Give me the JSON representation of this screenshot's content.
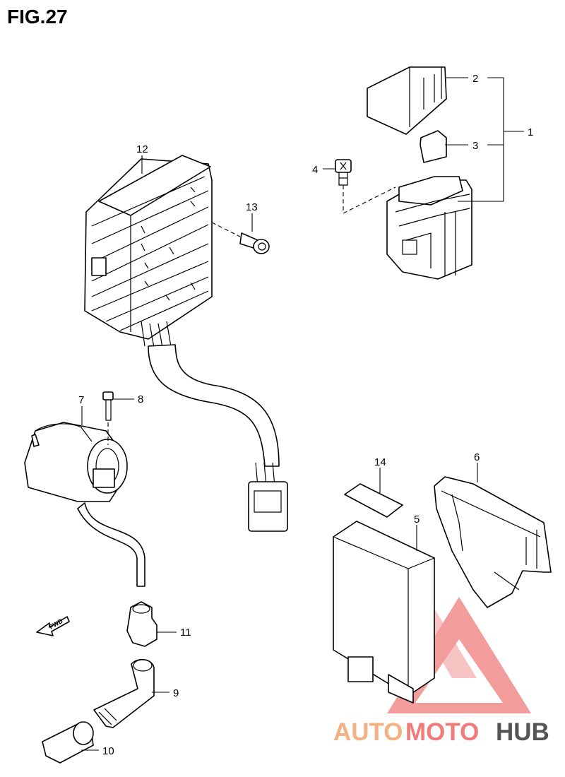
{
  "figure": {
    "title": "FIG.27"
  },
  "callouts": {
    "c1": "1",
    "c2": "2",
    "c3": "3",
    "c4": "4",
    "c5": "5",
    "c6": "6",
    "c7": "7",
    "c8": "8",
    "c9": "9",
    "c10": "10",
    "c11": "11",
    "c12": "12",
    "c13": "13",
    "c14": "14"
  },
  "direction_arrow": {
    "label": "FWD"
  },
  "watermark": {
    "part1": "AUTO",
    "part2": "MOTO",
    "part3": "HUB",
    "colors": {
      "auto": "#f4b183",
      "moto": "#f07b7b",
      "hub": "#555555",
      "triangle": "#f07b7b"
    }
  }
}
